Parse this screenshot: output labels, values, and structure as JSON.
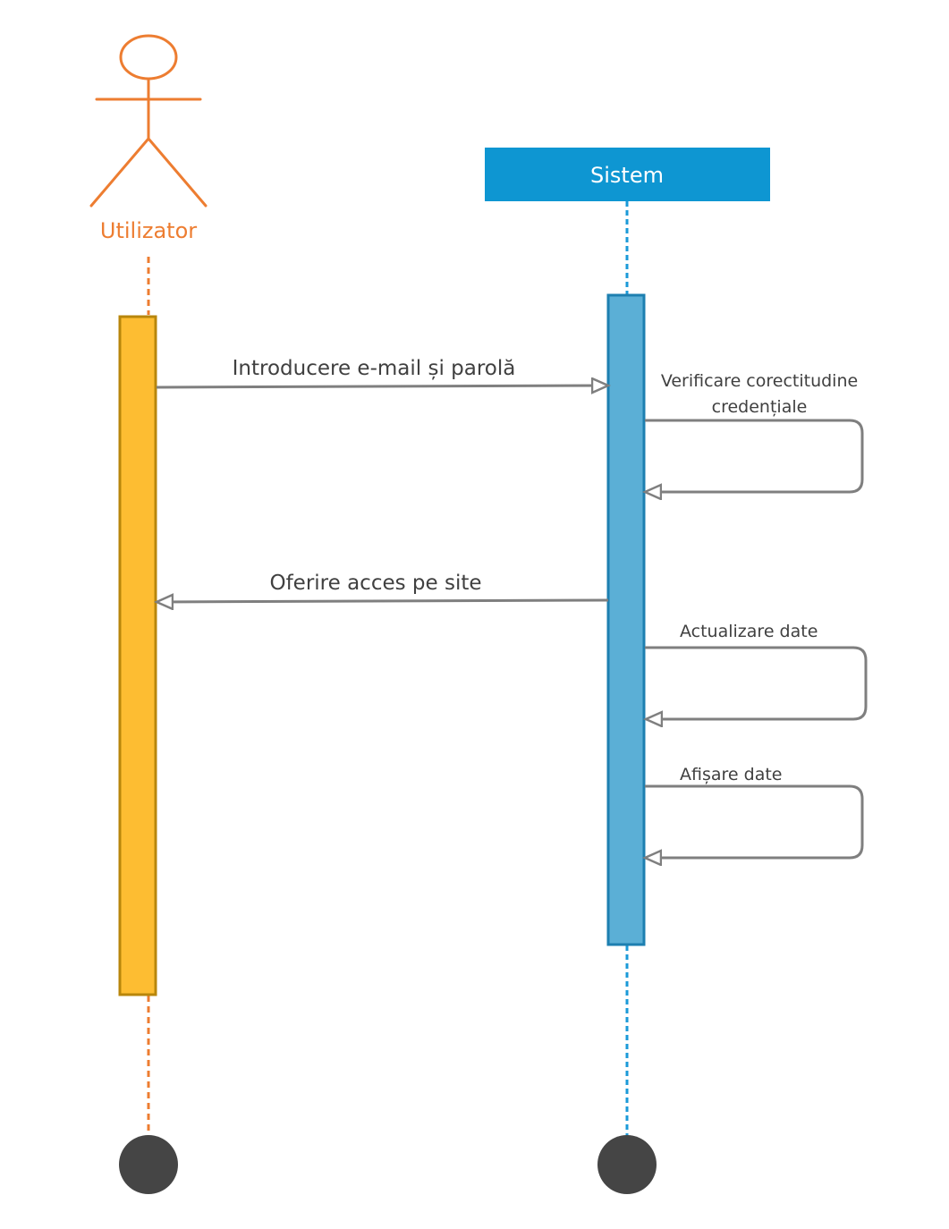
{
  "diagram": {
    "actor": {
      "label": "Utilizator",
      "color": "#ED7D31"
    },
    "system": {
      "label": "Sistem",
      "header_color": "#0E96D2",
      "lifeline_color": "#1B9AD8"
    },
    "activations": {
      "user_fill": "#FDBD32",
      "user_stroke": "#B8860B",
      "system_fill": "#5BAFD6",
      "system_stroke": "#1D7FB0"
    },
    "terminator_color": "#454545",
    "arrow_color": "#7F7F7F",
    "text_color": "#404040",
    "messages": [
      {
        "label": "Introducere e-mail și parolă",
        "direction": "to-system"
      },
      {
        "label": "Oferire acces pe site",
        "direction": "to-user"
      }
    ],
    "self_messages": [
      {
        "label_line1": "Verificare corectitudine",
        "label_line2": "credențiale"
      },
      {
        "label_line1": "Actualizare date"
      },
      {
        "label_line1": "Afișare date"
      }
    ]
  }
}
